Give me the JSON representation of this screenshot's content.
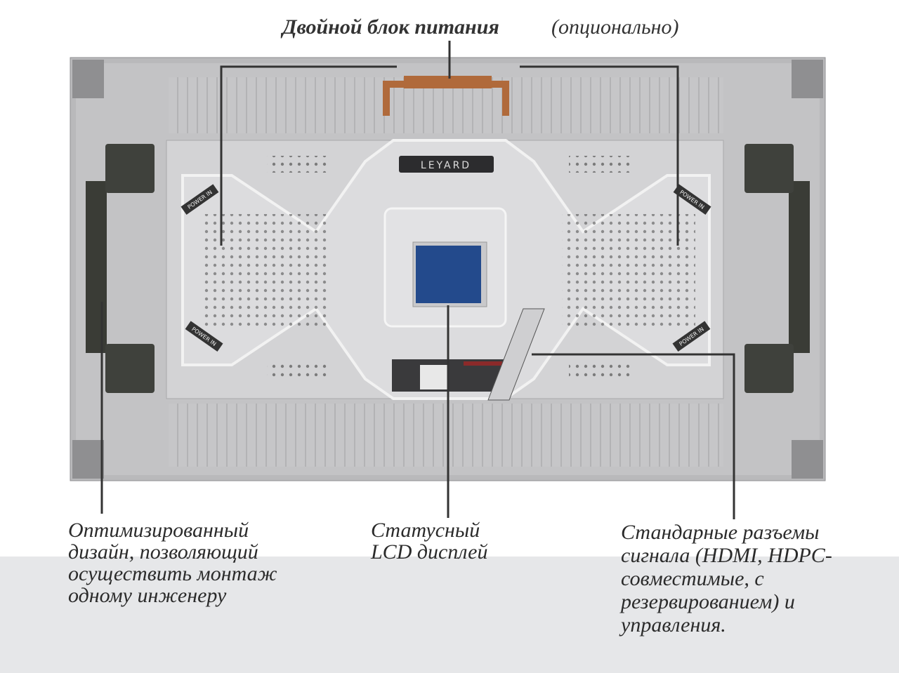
{
  "top_label": {
    "main": "Двойной блок питания",
    "optional": "(опционально)"
  },
  "device": {
    "brand_logo": "LEYARD",
    "port_badge": "POWER IN",
    "lcd_color": "#234a8c"
  },
  "callouts": {
    "left": "Оптимизированный\nдизайн, позволяющий\nосуществить монтаж\nодному инженеру",
    "center": "Статусный\nLCD дисплей",
    "right": "Стандарные разъемы\nсигнала (HDMI, HDPC-\nсовместимые, с\nрезервированием) и\nуправления."
  }
}
